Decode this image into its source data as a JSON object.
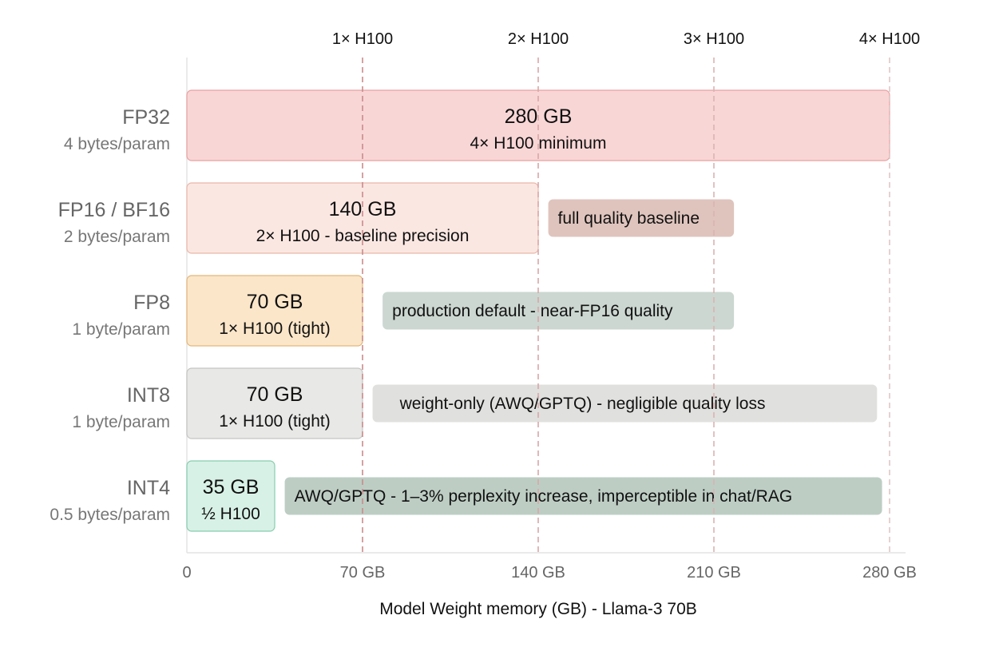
{
  "chart_data": {
    "type": "bar",
    "orientation": "horizontal",
    "xlabel": "Model Weight memory (GB) - Llama-3 70B",
    "xlim": [
      0,
      280
    ],
    "x_ticks": [
      {
        "value": 0,
        "label": "0"
      },
      {
        "value": 70,
        "label": "70 GB"
      },
      {
        "value": 140,
        "label": "140 GB"
      },
      {
        "value": 210,
        "label": "210 GB"
      },
      {
        "value": 280,
        "label": "280 GB"
      }
    ],
    "reference_lines": [
      {
        "value": 70,
        "label": "1× H100",
        "color": "#c98b8b"
      },
      {
        "value": 140,
        "label": "2× H100",
        "color": "#d9a7a7"
      },
      {
        "value": 210,
        "label": "3× H100",
        "color": "#dbb2b2"
      },
      {
        "value": 280,
        "label": "4× H100",
        "color": "#e0c6c6"
      }
    ],
    "bars": [
      {
        "category": "FP32",
        "subtitle": "4 bytes/param",
        "value": 280,
        "value_label": "280 GB",
        "detail": "4× H100 minimum",
        "fill": "#f9d6d6",
        "stroke": "#e9a0a0",
        "note": null
      },
      {
        "category": "FP16 / BF16",
        "subtitle": "2 bytes/param",
        "value": 140,
        "value_label": "140 GB",
        "detail": "2× H100 - baseline precision",
        "fill": "#fbe7e2",
        "stroke": "#eab7a8",
        "note": {
          "text": "full quality baseline",
          "start": 144,
          "end": 218,
          "fill": "#dfc4bd"
        }
      },
      {
        "category": "FP8",
        "subtitle": "1 byte/param",
        "value": 70,
        "value_label": "70 GB",
        "detail": "1× H100 (tight)",
        "fill": "#fbe6c9",
        "stroke": "#e2b67a",
        "note": {
          "text": "production default  -  near-FP16 quality",
          "start": 78,
          "end": 218,
          "fill": "#ccd7d1"
        }
      },
      {
        "category": "INT8",
        "subtitle": "1 byte/param",
        "value": 70,
        "value_label": "70 GB",
        "detail": "1× H100 (tight)",
        "fill": "#e8e8e6",
        "stroke": "#c4c4c2",
        "note": {
          "text": "weight-only (AWQ/GPTQ) - negligible quality loss",
          "start": 74,
          "end": 275,
          "fill": "#e0e0de"
        }
      },
      {
        "category": "INT4",
        "subtitle": "0.5 bytes/param",
        "value": 35,
        "value_label": "35 GB",
        "detail": "½ H100",
        "fill": "#d8f1e6",
        "stroke": "#86cdb0",
        "note": {
          "text": "AWQ/GPTQ - 1–3% perplexity increase, imperceptible in chat/RAG",
          "start": 39,
          "end": 277,
          "fill": "#bdcdc4"
        }
      }
    ]
  }
}
